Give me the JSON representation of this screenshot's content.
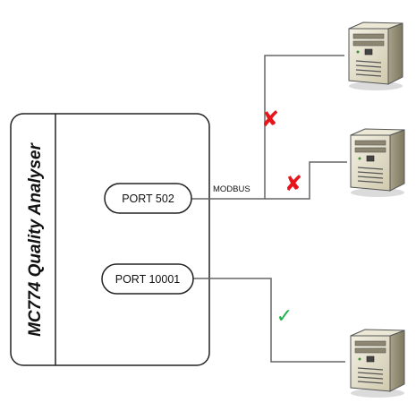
{
  "device": {
    "title": "MC774 Quality Analyser",
    "ports": [
      {
        "label": "PORT 502"
      },
      {
        "label": "PORT 10001"
      }
    ]
  },
  "connections": {
    "protocol_label": "MODBUS",
    "links": [
      {
        "from": "PORT 502",
        "to": "server-1",
        "status": "blocked",
        "glyph": "✘",
        "color": "#e8141b"
      },
      {
        "from": "PORT 502",
        "to": "server-2",
        "status": "blocked",
        "glyph": "✘",
        "color": "#e8141b"
      },
      {
        "from": "PORT 10001",
        "to": "server-3",
        "status": "allowed",
        "glyph": "✓",
        "color": "#1eb04a"
      }
    ]
  },
  "servers": [
    {
      "icon": "server-tower-icon"
    },
    {
      "icon": "server-tower-icon"
    },
    {
      "icon": "server-tower-icon"
    }
  ],
  "colors": {
    "line": "#666666",
    "outline": "#222222",
    "server_body": "#ddd7be"
  }
}
